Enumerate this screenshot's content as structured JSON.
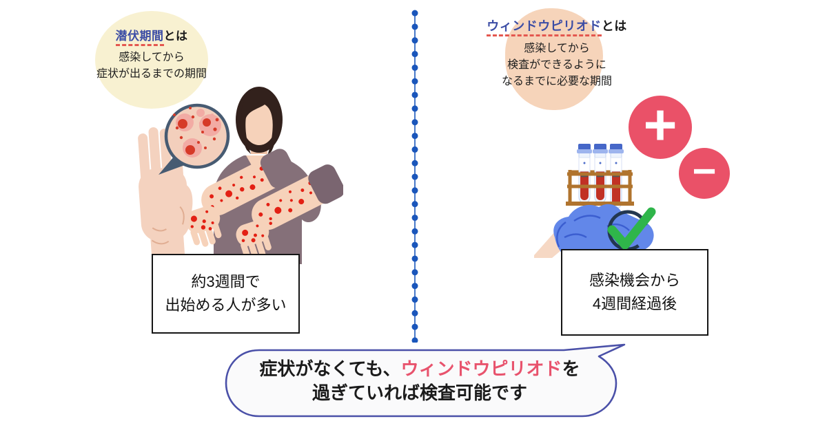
{
  "left_panel": {
    "badge": {
      "title_highlight": "潜伏期間",
      "title_suffix": "とは",
      "desc": [
        "感染してから",
        "症状が出るまでの期間"
      ]
    },
    "note": {
      "lines": [
        "約3週間で",
        "出始める人が多い"
      ]
    }
  },
  "right_panel": {
    "badge": {
      "title_highlight": "ウィンドウピリオド",
      "title_suffix": "とは",
      "desc": [
        "感染してから",
        "検査ができるように",
        "なるまでに必要な期間"
      ]
    },
    "note": {
      "lines": [
        "感染機会から",
        "4週間経過後"
      ]
    },
    "icons": {
      "plus": "+",
      "minus": "−"
    }
  },
  "bubble": {
    "line1_pre": "症状がなくても、",
    "line1_highlight": "ウィンドウピリオド",
    "line1_post": "を",
    "line2": "過ぎていれば検査可能です"
  },
  "colors": {
    "badge_left_bg": "#f8f1d1",
    "badge_right_bg": "#f6d4ba",
    "title_accent": "#3c4da5",
    "dashed_underline": "#e4574f",
    "divider_blue": "#1a56bb",
    "result_circle_red": "#ea5168",
    "check_green": "#2fb54a",
    "check_ring_navy": "#233750",
    "bubble_border": "#4a50a8",
    "bubble_highlight": "#e8536d",
    "rash_red": "#e32014",
    "glove_blue": "#6287e9",
    "skin": "#f6d2ba"
  }
}
